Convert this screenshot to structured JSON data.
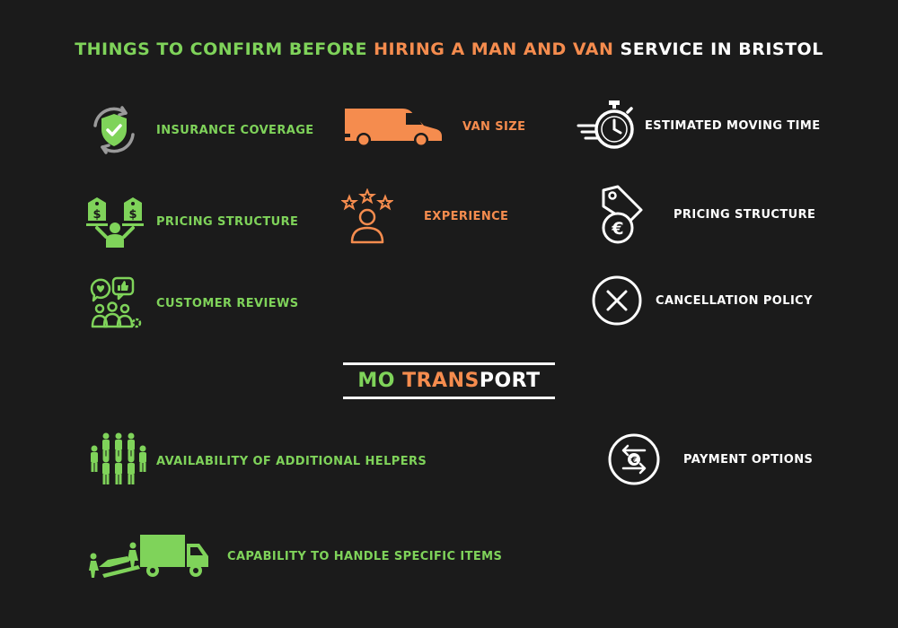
{
  "colors": {
    "green": "#7fd35a",
    "orange": "#f58c4e",
    "white": "#ffffff",
    "background": "#1b1b1b"
  },
  "title": {
    "part1": "THINGS TO CONFIRM BEFORE ",
    "part2": "HIRING A MAN AND VAN",
    "part3": " SERVICE IN BRISTOL"
  },
  "items": {
    "insurance": {
      "label": "Insurance Coverage",
      "icon": "shield-check-icon"
    },
    "van_size": {
      "label": "Van Size",
      "icon": "van-icon"
    },
    "moving_time": {
      "label": "Estimated Moving Time",
      "icon": "stopwatch-icon"
    },
    "pricing_1": {
      "label": "Pricing Structure",
      "icon": "person-price-tags-icon"
    },
    "experience": {
      "label": "Experience",
      "icon": "person-stars-icon"
    },
    "pricing_2": {
      "label": "Pricing Structure",
      "icon": "euro-tag-icon"
    },
    "reviews": {
      "label": "Customer Reviews",
      "icon": "customer-reviews-icon"
    },
    "cancellation": {
      "label": "Cancellation Policy",
      "icon": "cancel-circle-icon"
    },
    "helpers": {
      "label": "Availability of Additional Helpers",
      "icon": "crowd-icon"
    },
    "payment": {
      "label": "Payment Options",
      "icon": "euro-exchange-icon"
    },
    "items": {
      "label": "Capability to Handle Specific Items",
      "icon": "truck-loading-icon"
    }
  },
  "logo": {
    "part1": "MO ",
    "part2": "TRANS",
    "part3": "PORT"
  }
}
